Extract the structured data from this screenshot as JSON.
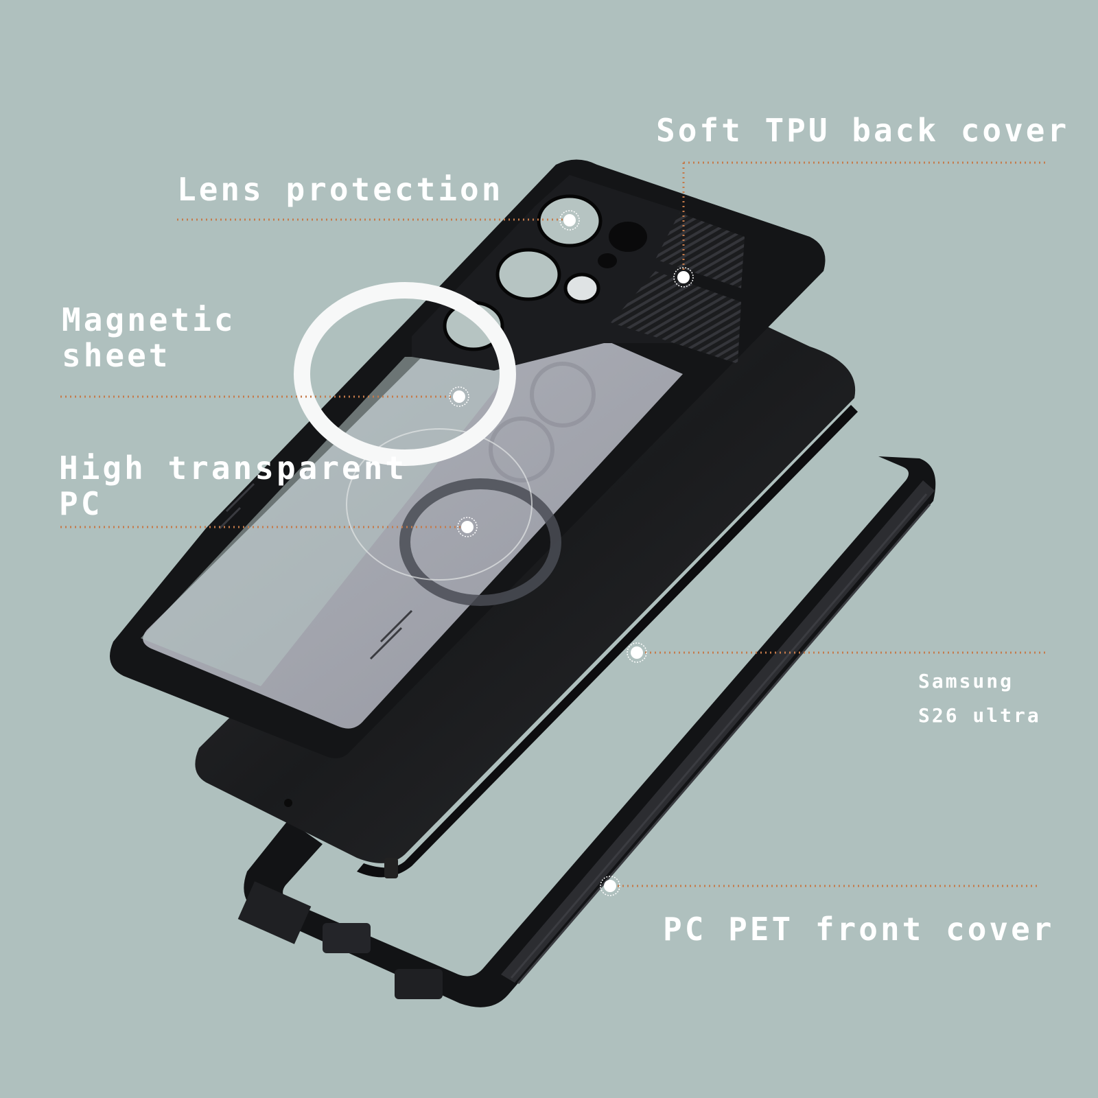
{
  "theme": {
    "background": "#afc0be",
    "label_color": "#ffffff",
    "leader_color": "#c57a4a",
    "case_black": "#111214",
    "case_dark": "#2a2b2e",
    "clear_panel": "#a9aab4",
    "magnetic_ring": "#f7f8f8"
  },
  "callouts": {
    "lens_protection": {
      "text": "Lens protection",
      "dot": [
        830,
        321
      ]
    },
    "magnetic_sheet": {
      "lines": [
        "Magnetic",
        "sheet"
      ],
      "dot": [
        669,
        578
      ]
    },
    "high_transparent_pc": {
      "lines": [
        "High transparent",
        "PC"
      ],
      "dot": [
        681,
        768
      ]
    },
    "soft_tpu_back_cover": {
      "text": "Soft TPU back cover",
      "dot": [
        996,
        404
      ]
    },
    "device_model": {
      "lines": [
        "Samsung",
        "S26 ultra"
      ],
      "dot": [
        928,
        951
      ]
    },
    "pc_pet_front_cover": {
      "text": "PC PET front cover",
      "dot": [
        889,
        1291
      ]
    }
  }
}
